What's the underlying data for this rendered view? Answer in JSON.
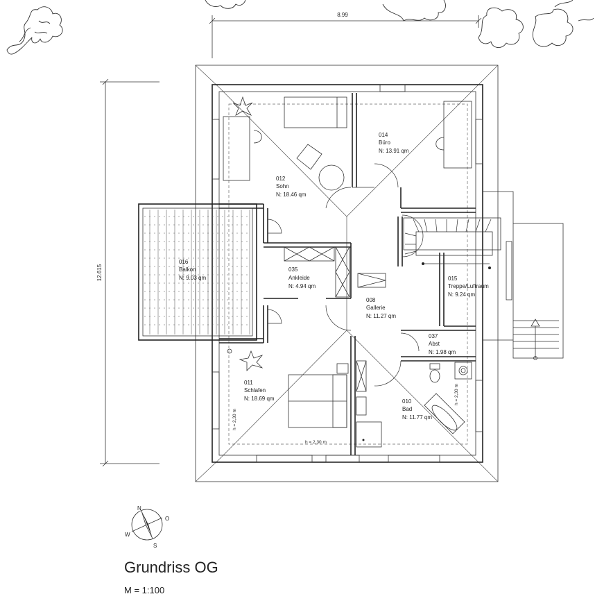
{
  "drawing": {
    "title": "Grundriss OG",
    "scale": "M = 1:100"
  },
  "dimensions": {
    "width": "8.99",
    "height": "12.615"
  },
  "compass": {
    "n": "N",
    "o": "O",
    "s": "S",
    "w": "W"
  },
  "rooms": [
    {
      "number": "012",
      "name": "Sohn",
      "area": "N:  18.46  qm"
    },
    {
      "number": "014",
      "name": "Büro",
      "area": "N:  13.91  qm"
    },
    {
      "number": "016",
      "name": "Balkon",
      "area": "N:  9.03  qm"
    },
    {
      "number": "035",
      "name": "Ankleide",
      "area": "N:  4.94  qm"
    },
    {
      "number": "008",
      "name": "Gallerie",
      "area": "N:  11.27  qm"
    },
    {
      "number": "015",
      "name": "Treppe/Luftraum",
      "area": "N:  9.24  qm"
    },
    {
      "number": "037",
      "name": "Abst",
      "area": "N:  1.98  qm"
    },
    {
      "number": "011",
      "name": "Schlafen",
      "area": "N:  18.69  qm"
    },
    {
      "number": "010",
      "name": "Bad",
      "area": "N:  11.77  qm"
    }
  ],
  "height_notes": {
    "h1": "h = 2,30 m",
    "h2": "h = 2,30 m",
    "h3": "h = 2,30 m"
  }
}
